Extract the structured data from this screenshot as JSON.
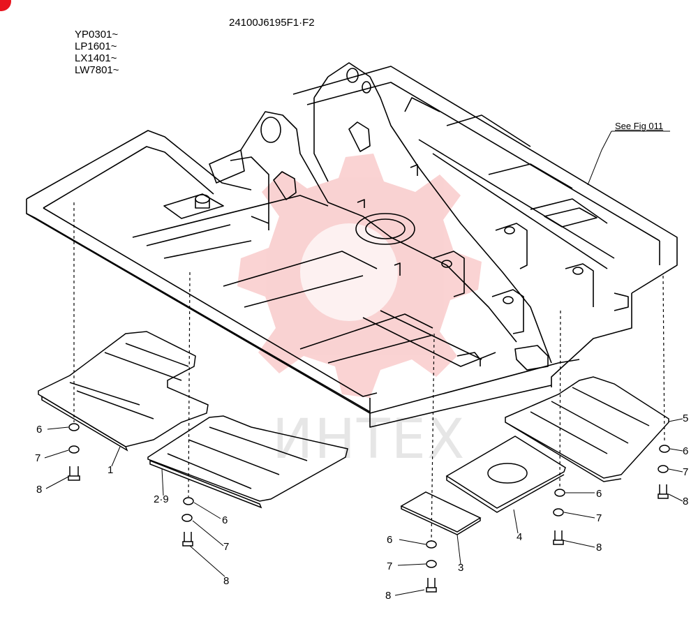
{
  "header": {
    "code": "24100J6195F1·F2",
    "serials": [
      "YP0301~",
      "LP1601~",
      "LX1401~",
      "LW7801~"
    ],
    "see_fig": "See Fig 011"
  },
  "watermark": {
    "text": "ИНТЕХ",
    "color": "#f08080"
  },
  "callouts": {
    "c1": "1",
    "c29": "2·9",
    "c3": "3",
    "c4": "4",
    "c5": "5",
    "g1_6": "6",
    "g1_7": "7",
    "g1_8": "8",
    "g2_6": "6",
    "g2_7": "7",
    "g2_8": "8",
    "g3_6": "6",
    "g3_7": "7",
    "g3_8": "8",
    "g4_6": "6",
    "g4_7": "7",
    "g4_8": "8",
    "g5_6": "6",
    "g5_7": "7",
    "g5_8": "8"
  },
  "colors": {
    "line": "#000000",
    "corner_badge": "#e8141e"
  }
}
